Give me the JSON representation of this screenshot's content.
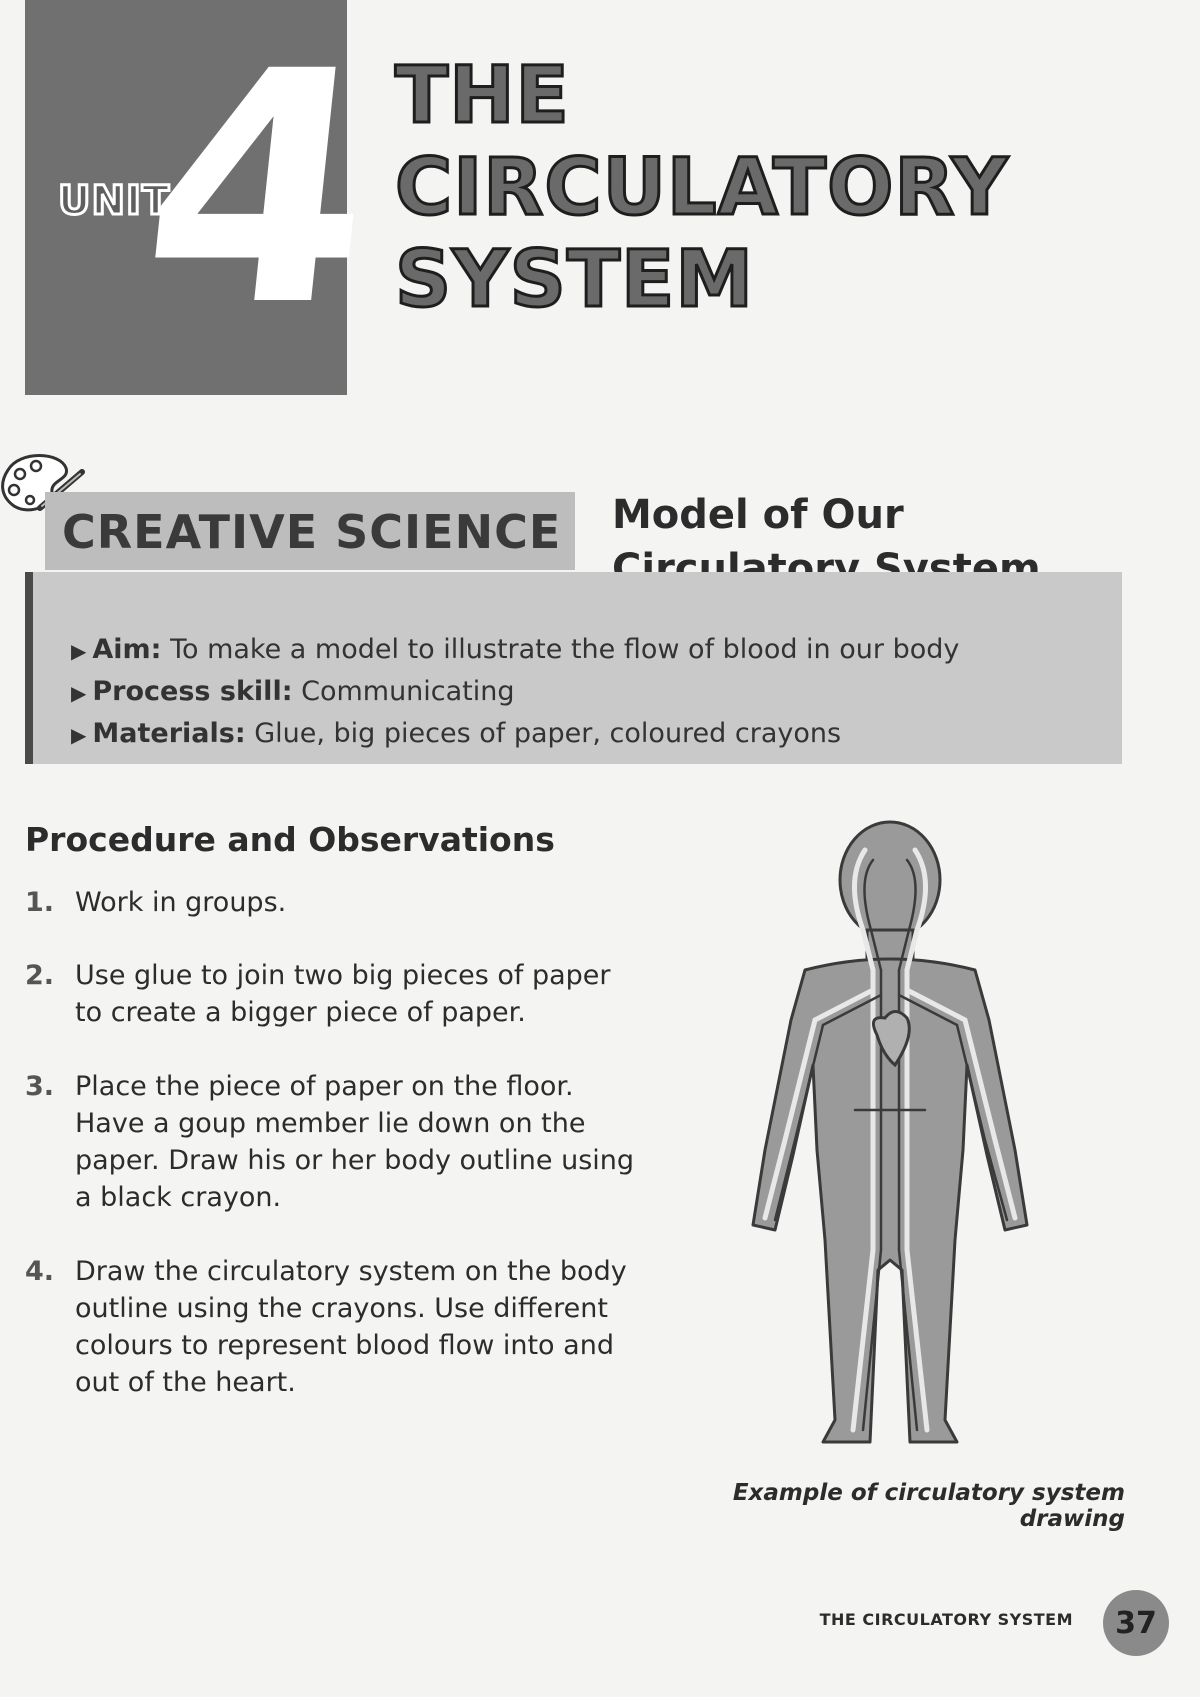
{
  "header": {
    "unit_word": "UNIT",
    "unit_number": "4",
    "title_lines": [
      "THE",
      "CIRCULATORY",
      "SYSTEM"
    ]
  },
  "activity": {
    "banner": "CREATIVE SCIENCE",
    "subtitle_lines": [
      "Model of Our",
      "Circulatory System"
    ]
  },
  "info": {
    "aim_label": "Aim:",
    "aim_text": "To make a model to illustrate the flow of blood in our body",
    "skill_label": "Process skill:",
    "skill_text": "Communicating",
    "materials_label": "Materials:",
    "materials_text": "Glue, big pieces of paper, coloured crayons"
  },
  "procedure": {
    "heading": "Procedure and Observations",
    "steps": [
      {
        "num": "1.",
        "text": "Work in groups."
      },
      {
        "num": "2.",
        "text": "Use glue to join two big pieces of paper to create a bigger piece of paper."
      },
      {
        "num": "3.",
        "text": "Place the piece of paper on the floor. Have a goup member lie down on the paper. Draw his or her body outline using a black crayon."
      },
      {
        "num": "4.",
        "text": "Draw the circulatory system on the body outline using the crayons. Use different colours to represent blood flow into and out of the heart."
      }
    ]
  },
  "figure": {
    "caption": "Example of circulatory system drawing",
    "icon": "circulatory-body-figure"
  },
  "footer": {
    "label": "THE CIRCULATORY SYSTEM",
    "page_number": "37"
  }
}
